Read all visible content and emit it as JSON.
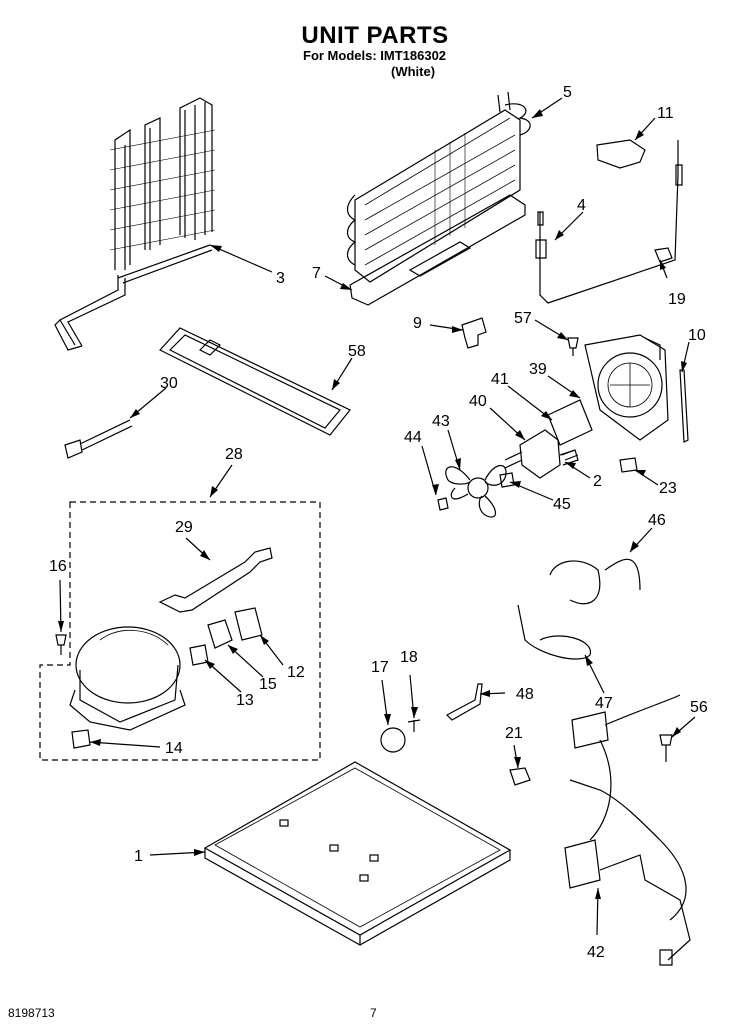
{
  "header": {
    "title": "UNIT PARTS",
    "models_line": "For Models: IMT186302",
    "color_line": "(White)"
  },
  "footer": {
    "doc_number": "8198713",
    "page_number": "7"
  },
  "callouts": [
    "5",
    "11",
    "4",
    "3",
    "7",
    "19",
    "9",
    "57",
    "10",
    "58",
    "30",
    "39",
    "41",
    "40",
    "43",
    "44",
    "2",
    "23",
    "45",
    "28",
    "46",
    "29",
    "16",
    "12",
    "15",
    "13",
    "17",
    "18",
    "48",
    "47",
    "14",
    "56",
    "21",
    "1",
    "42"
  ]
}
